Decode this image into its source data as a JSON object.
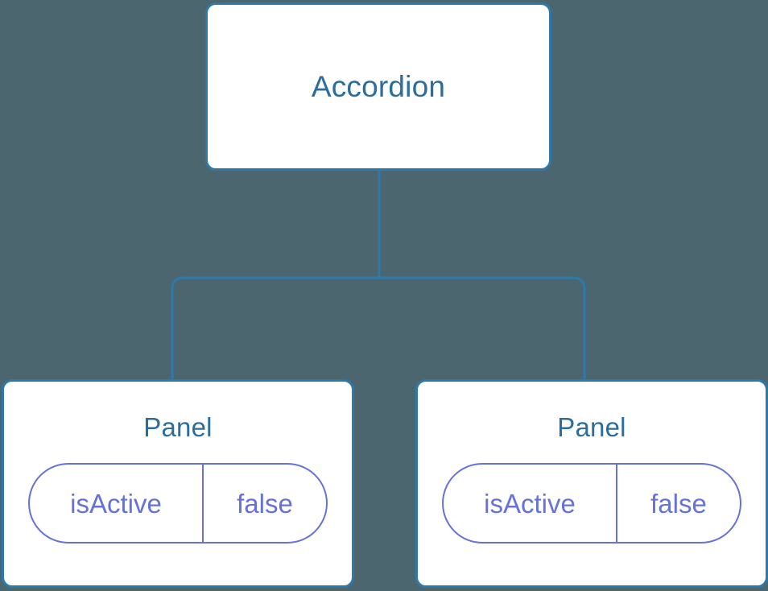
{
  "diagram": {
    "type": "component-tree",
    "background_color": "#4c6670",
    "node_border_color": "#2e79ab",
    "node_title_color": "#2b6e9e",
    "prop_color": "#6572d9",
    "edge_color": "#2e79ab"
  },
  "root": {
    "title": "Accordion"
  },
  "children": [
    {
      "title": "Panel",
      "props": [
        {
          "key": "isActive",
          "value": "false"
        }
      ]
    },
    {
      "title": "Panel",
      "props": [
        {
          "key": "isActive",
          "value": "false"
        }
      ]
    }
  ]
}
